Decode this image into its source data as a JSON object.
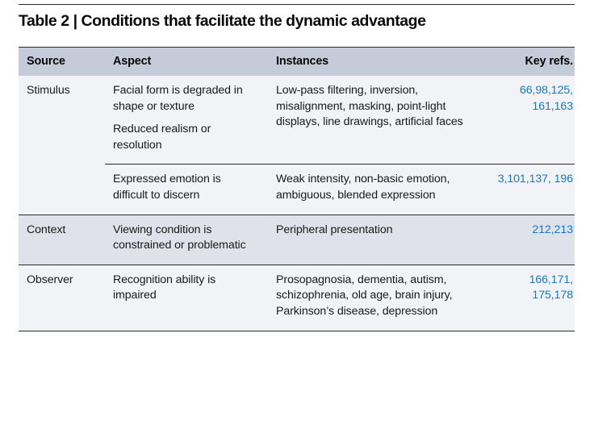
{
  "title": "Table 2 | Conditions that facilitate the dynamic advantage",
  "colors": {
    "header_background": "#c6cbd9",
    "row_light": "#f1f3f7",
    "row_shaded": "#dfe2ea",
    "reference_link": "#1b78b8",
    "rule": "#2b2b2b",
    "text": "#1a1a1a"
  },
  "columns": [
    {
      "key": "source",
      "label": "Source"
    },
    {
      "key": "aspect",
      "label": "Aspect"
    },
    {
      "key": "instances",
      "label": "Instances"
    },
    {
      "key": "refs",
      "label": "Key refs."
    }
  ],
  "rows": [
    {
      "source": "Stimulus",
      "aspect_paragraphs": [
        "Facial form is degraded in shape or texture",
        "Reduced realism or resolution"
      ],
      "instances": "Low-pass filtering, inversion, misalignment, masking, point-light displays, line drawings, artificial faces",
      "refs": "66,98,125, 161,163",
      "shaded": false
    },
    {
      "source": "",
      "aspect_paragraphs": [
        "Expressed emotion is difficult to discern"
      ],
      "instances": "Weak intensity, non-basic emotion, ambiguous, blended expression",
      "refs": "3,101,137, 196",
      "shaded": false
    },
    {
      "source": "Context",
      "aspect_paragraphs": [
        "Viewing condition is constrained or problematic"
      ],
      "instances": "Peripheral presentation",
      "refs": "212,213",
      "shaded": true
    },
    {
      "source": "Observer",
      "aspect_paragraphs": [
        "Recognition ability is impaired"
      ],
      "instances": "Prosopagnosia, dementia, autism, schizophrenia, old age, brain injury, Parkinson’s disease, depression",
      "refs": "166,171, 175,178",
      "shaded": false
    }
  ]
}
